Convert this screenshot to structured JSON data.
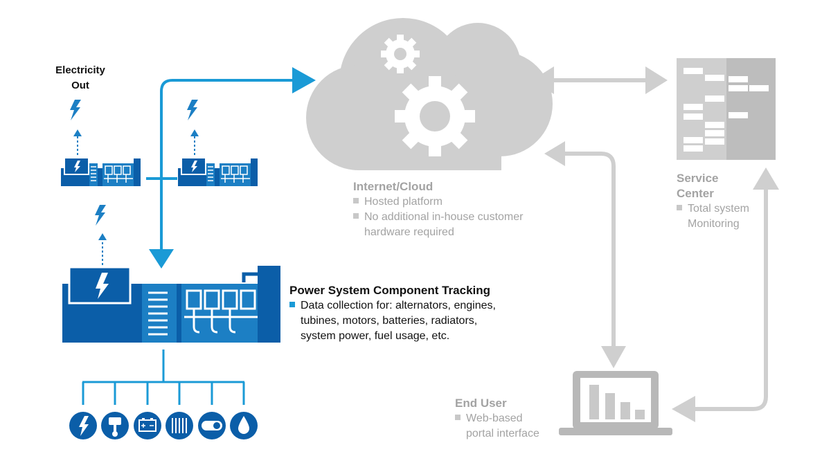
{
  "electricity_out": {
    "line1": "Electricity",
    "line2": "Out"
  },
  "cloud": {
    "title": "Internet/Cloud",
    "bullets": [
      "Hosted platform",
      "No additional in-house customer"
    ],
    "bullet2_cont": "hardware required"
  },
  "service_center": {
    "title_line1": "Service",
    "title_line2": "Center",
    "bullet1": "Total system",
    "bullet1_cont": "Monitoring"
  },
  "tracking": {
    "title": "Power System Component Tracking",
    "bullet1": "Data collection for: alternators, engines,",
    "cont1": "tubines, motors, batteries, radiators,",
    "cont2": "system power, fuel usage, etc."
  },
  "end_user": {
    "title": "End User",
    "bullet1": "Web-based",
    "bullet1_cont": "portal interface"
  },
  "component_icons": [
    "lightning-icon",
    "piston-icon",
    "battery-icon",
    "radiator-icon",
    "switch-icon",
    "fuel-drop-icon"
  ],
  "colors": {
    "blue_dark": "#0b5ea8",
    "blue_mid": "#1c7fc4",
    "blue_light": "#1a9ad6",
    "grey": "#cfcfcf",
    "grey_dark": "#9b9b9b"
  }
}
